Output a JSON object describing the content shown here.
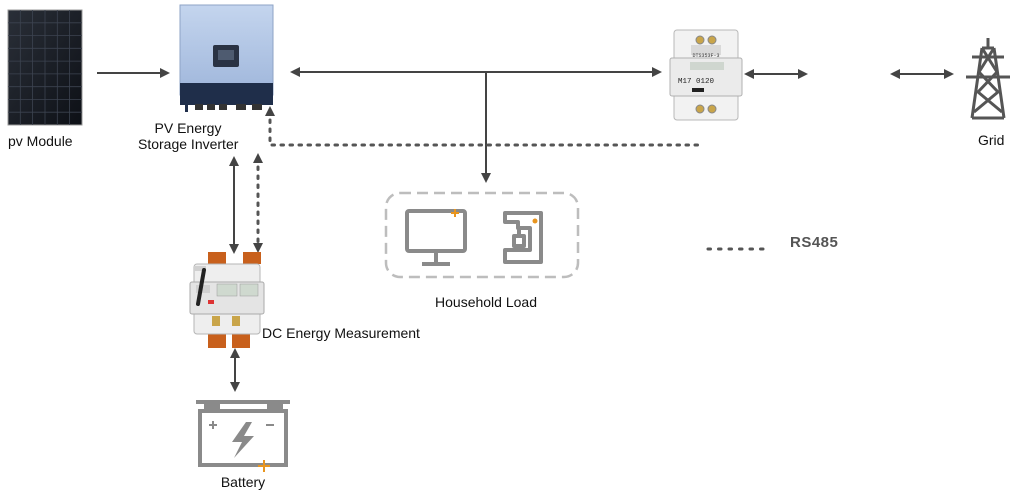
{
  "nodes": {
    "pv_module": "pv Module",
    "inverter_line1": "PV Energy",
    "inverter_line2": "Storage Inverter",
    "grid": "Grid",
    "household_load": "Household Load",
    "dc_measurement": "DC Energy Measurement",
    "battery": "Battery"
  },
  "legend": {
    "rs485": "RS485"
  },
  "meter_display": {
    "model": "DTS353F-3",
    "serial": "M17 0120"
  },
  "colors": {
    "inverter_body": "#a9bfe0",
    "inverter_base": "#1f2e4a",
    "arrow": "#444444",
    "dotted_link": "#555555",
    "icon_gray": "#8a8a8a",
    "accent_orange": "#e8951f",
    "copper": "#c8601c",
    "load_box_border": "#bdbdbd"
  },
  "icons": [
    "solar-panel-icon",
    "inverter-icon",
    "energy-meter-icon",
    "transmission-tower-icon",
    "monitor-icon",
    "coffee-machine-icon",
    "dc-meter-icon",
    "battery-icon"
  ]
}
